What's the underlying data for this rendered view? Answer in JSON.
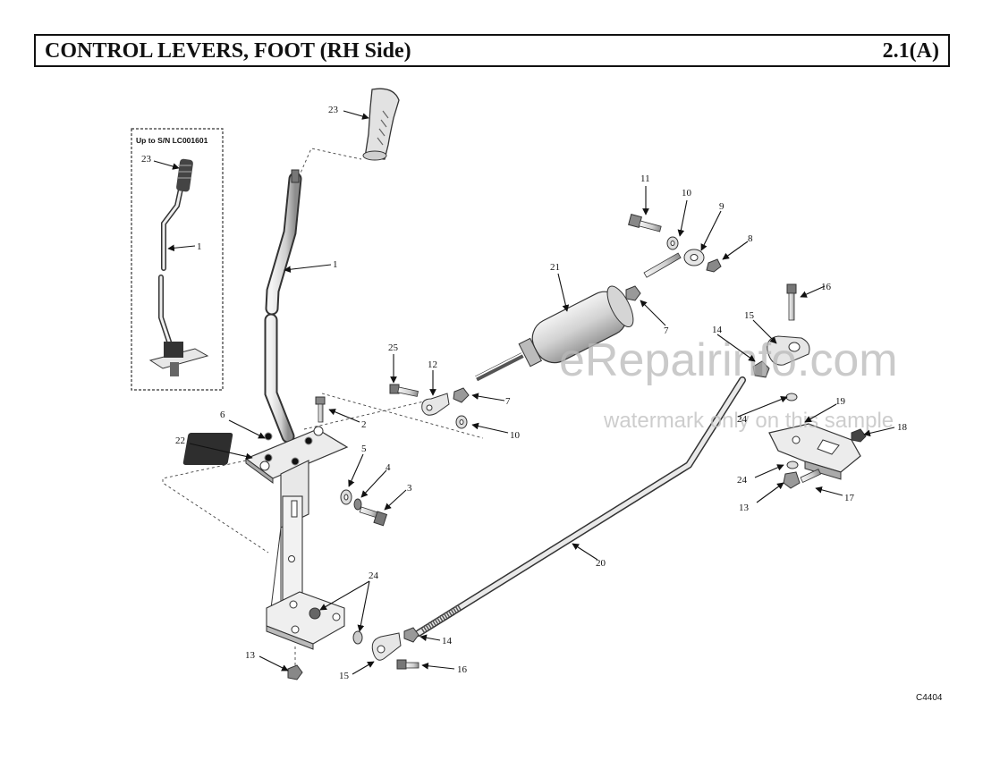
{
  "header": {
    "title": "CONTROL LEVERS, FOOT (RH Side)",
    "section": "2.1(A)"
  },
  "inset": {
    "label": "Up to S/N LC001601"
  },
  "drawing_code": "C4404",
  "watermark": {
    "main": "eRepairinfo.com",
    "sub": "watermark only on this sample"
  },
  "callouts": {
    "c23_main": "23",
    "c1_main": "1",
    "c23_inset": "23",
    "c1_inset": "1",
    "c11": "11",
    "c10_top": "10",
    "c9": "9",
    "c8": "8",
    "c21": "21",
    "c7_top": "7",
    "c16_top": "16",
    "c15_top": "15",
    "c14_top": "14",
    "c25": "25",
    "c12": "12",
    "c7_mid": "7",
    "c10_mid": "10",
    "c2": "2",
    "c6": "6",
    "c22": "22",
    "c5": "5",
    "c4": "4",
    "c3": "3",
    "c24_right": "24",
    "c19": "19",
    "c18": "18",
    "c24_right2": "24",
    "c13_right": "13",
    "c17": "17",
    "c20": "20",
    "c24_bottom": "24",
    "c14_bottom": "14",
    "c15_bottom": "15",
    "c16_bottom": "16",
    "c13_left": "13"
  }
}
